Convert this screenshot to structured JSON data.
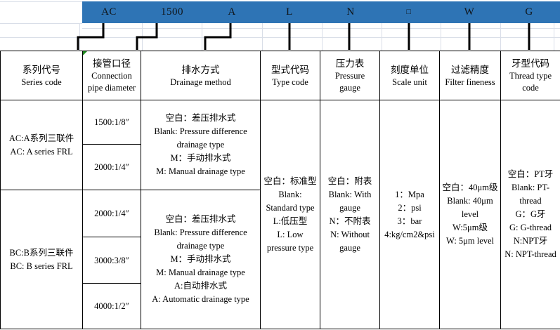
{
  "code_bar": {
    "codes": [
      "AC",
      "1500",
      "A",
      "L",
      "N",
      "□",
      "W",
      "G"
    ]
  },
  "table": {
    "headers": [
      {
        "zh": "系列代号",
        "en": "Series code"
      },
      {
        "zh": "接管口径",
        "en": "Connection\npipe diameter"
      },
      {
        "zh": "排水方式",
        "en": "Drainage method"
      },
      {
        "zh": "型式代码",
        "en": "Type code"
      },
      {
        "zh": "压力表",
        "en": "Pressure\ngauge"
      },
      {
        "zh": "刻度单位",
        "en": "Scale unit"
      },
      {
        "zh": "过滤精度",
        "en": "Filter fineness"
      },
      {
        "zh": "牙型代码",
        "en": "Thread type\ncode"
      }
    ],
    "series": [
      "AC:A系列三联件\nAC: A series FRL",
      "BC:B系列三联件\nBC: B series FRL"
    ],
    "pipe_diameters": [
      "1500:1/8″",
      "2000:1/4″",
      "2000:1/4″",
      "3000:3/8″",
      "4000:1/2″"
    ],
    "drainage": [
      "空白：差压排水式\nBlank: Pressure difference\ndrainage type\nM：手动排水式\nM: Manual drainage type",
      "空白：差压排水式\nBlank: Pressure difference\ndrainage type\nM：手动排水式\nM: Manual drainage type\nA:自动排水式\nA: Automatic drainage type"
    ],
    "type_code": "空白：标准型\nBlank:\nStandard type\nL:低压型\nL: Low\npressure type",
    "pressure_gauge": "空白：附表\nBlank: With\ngauge\nN：不附表\nN: Without\ngauge",
    "scale_unit": "1：Mpa\n2：psi\n3：bar\n4:kg/cm2&psi",
    "filter_fineness": "空白：40μm级\nBlank: 40μm\nlevel\nW:5μm级\nW: 5μm level",
    "thread_type": "空白：PT牙\nBlank: PT-\nthread\nG：G牙\nG: G-thread\nN:NPT牙\nN: NPT-thread"
  },
  "colors": {
    "bar_blue": "#2E74B5",
    "grid_line": "#d9dee8",
    "table_border": "#000000",
    "indicator_green": "#1f8a1f"
  }
}
